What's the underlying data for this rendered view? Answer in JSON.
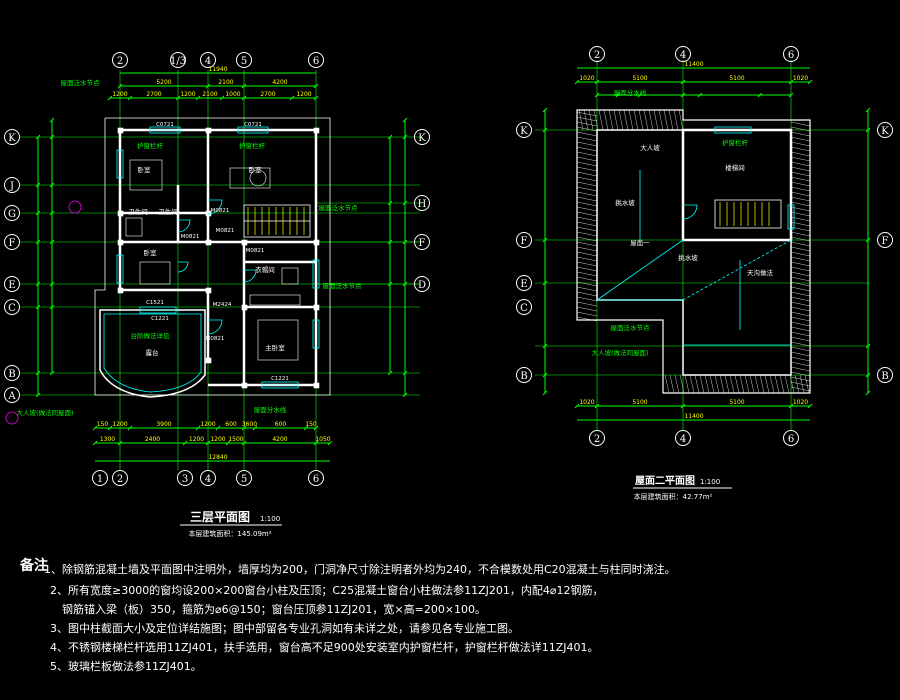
{
  "third_floor": {
    "title": "三层平面图",
    "scale": "1:100",
    "area_label": "本层建筑面积：145.09m²",
    "top_axes": [
      "2",
      "1/3",
      "4",
      "5",
      "6"
    ],
    "bottom_axes": [
      "1",
      "2",
      "3",
      "4",
      "5",
      "6"
    ],
    "left_axes": [
      "K",
      "J",
      "G",
      "F",
      "E",
      "C",
      "B",
      "A"
    ],
    "right_axes": [
      "K",
      "H",
      "F",
      "D"
    ],
    "top_dims_total": "11940",
    "top_dims": [
      "5200",
      "2100",
      "4200"
    ],
    "top_dims_fine": [
      "1200",
      "2700",
      "1200",
      "2100",
      "1000",
      "2700",
      "1200"
    ],
    "bottom_dims": [
      "1300",
      "2400",
      "1200",
      "1200",
      "1500",
      "4200",
      "1050"
    ],
    "bottom_dims_sub": [
      "150",
      "1200",
      "3900",
      "1200",
      "600",
      "3600",
      "600",
      "150"
    ],
    "bottom_total": "12840",
    "room_labels": [
      {
        "text": "护窗栏杆",
        "kind": "green"
      },
      {
        "text": "护窗栏杆",
        "kind": "green"
      },
      {
        "text": "卧室",
        "kind": "white"
      },
      {
        "text": "卧室",
        "kind": "white"
      },
      {
        "text": "卫生间",
        "kind": "white"
      },
      {
        "text": "卫生间",
        "kind": "white"
      },
      {
        "text": "卧室",
        "kind": "white"
      },
      {
        "text": "衣帽间",
        "kind": "white"
      },
      {
        "text": "主卧室",
        "kind": "white"
      },
      {
        "text": "露台",
        "kind": "white"
      },
      {
        "text": "屋面泛水节点",
        "kind": "green"
      },
      {
        "text": "屋面泛水节点",
        "kind": "green"
      },
      {
        "text": "大人坡(做法同屋面)",
        "kind": "green"
      },
      {
        "text": "屋面分水线",
        "kind": "green"
      },
      {
        "text": "台阶做法详见",
        "kind": "green"
      },
      {
        "text": "屋面泛水节点",
        "kind": "green"
      }
    ],
    "window_tags": [
      "C0721",
      "C0721",
      "C1221",
      "C1221",
      "C1521",
      "M0821",
      "M0821",
      "M0821",
      "M0821",
      "M0821",
      "M2424"
    ]
  },
  "roof_plan": {
    "title": "屋面二平面图",
    "scale": "1:100",
    "area_label": "本层建筑面积：42.77m²",
    "top_axes": [
      "2",
      "4",
      "6"
    ],
    "bottom_axes": [
      "2",
      "4",
      "6"
    ],
    "left_axes": [
      "K",
      "F",
      "E",
      "C",
      "B"
    ],
    "right_axes": [
      "K",
      "F",
      "B"
    ],
    "top_dims_total": "11400",
    "top_dims": [
      "1020",
      "5100",
      "5100",
      "1020"
    ],
    "room_labels": [
      {
        "text": "屋面分水线",
        "kind": "green"
      },
      {
        "text": "大人坡",
        "kind": "white"
      },
      {
        "text": "护窗栏杆",
        "kind": "green"
      },
      {
        "text": "楼梯间",
        "kind": "white"
      },
      {
        "text": "挑水坡",
        "kind": "white"
      },
      {
        "text": "屋面一",
        "kind": "white"
      },
      {
        "text": "挑水坡",
        "kind": "white"
      },
      {
        "text": "天沟做法",
        "kind": "white"
      },
      {
        "text": "屋面泛水节点",
        "kind": "green"
      },
      {
        "text": "大人坡(做法同屋面)",
        "kind": "green"
      }
    ]
  },
  "notes": {
    "head": "备注",
    "lines": [
      "1、除钢筋混凝土墙及平面图中注明外，墙厚均为200，门洞净尺寸除注明者外均为240，不合模数处用C20混凝土与柱同时浇注。",
      "2、所有宽度≥3000的窗均设200×200窗台小柱及压顶；C25混凝土窗台小柱做法参11ZJ201，内配4⌀12钢筋，",
      "钢筋锚入梁（板）350，箍筋为⌀6@150；窗台压顶参11ZJ201，宽×高=200×100。",
      "3、图中柱截面大小及定位详结施图；图中部留各专业孔洞如有未详之处，请参见各专业施工图。",
      "4、不锈钢楼梯栏杆选用11ZJ401，扶手选用，窗台高不足900处安装室内护窗栏杆，护窗栏杆做法详11ZJ401。",
      "5、玻璃栏板做法参11ZJ401。"
    ]
  },
  "colors": {
    "wall": "#ffffff",
    "axis": "#00ff00",
    "dim": "#ffff00",
    "text_green": "#00ff00",
    "bubble": "#ffffff",
    "hatch": "#ff4040",
    "door": "#00ffff",
    "magenta": "#ff00ff"
  }
}
